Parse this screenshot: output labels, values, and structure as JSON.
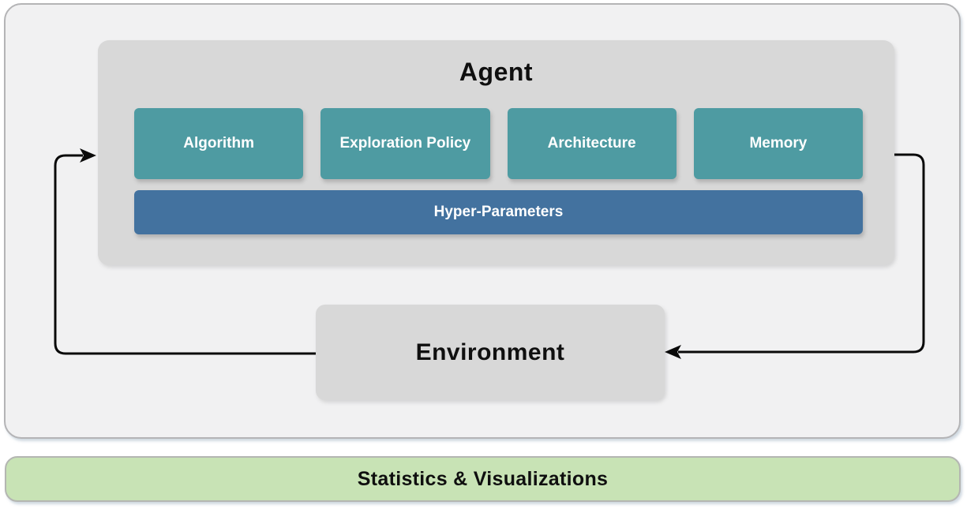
{
  "agent": {
    "title": "Agent",
    "components": [
      "Algorithm",
      "Exploration Policy",
      "Architecture",
      "Memory"
    ],
    "hyper_parameters_label": "Hyper-Parameters"
  },
  "environment": {
    "title": "Environment"
  },
  "footer": {
    "title": "Statistics & Visualizations"
  },
  "colors": {
    "teal": "#4E9BA2",
    "blue": "#43729F",
    "green": "#C8E3B5",
    "box-gray": "#D8D8D8",
    "panel-gray": "#F1F1F2",
    "arrow-black": "#0A0A0A"
  }
}
